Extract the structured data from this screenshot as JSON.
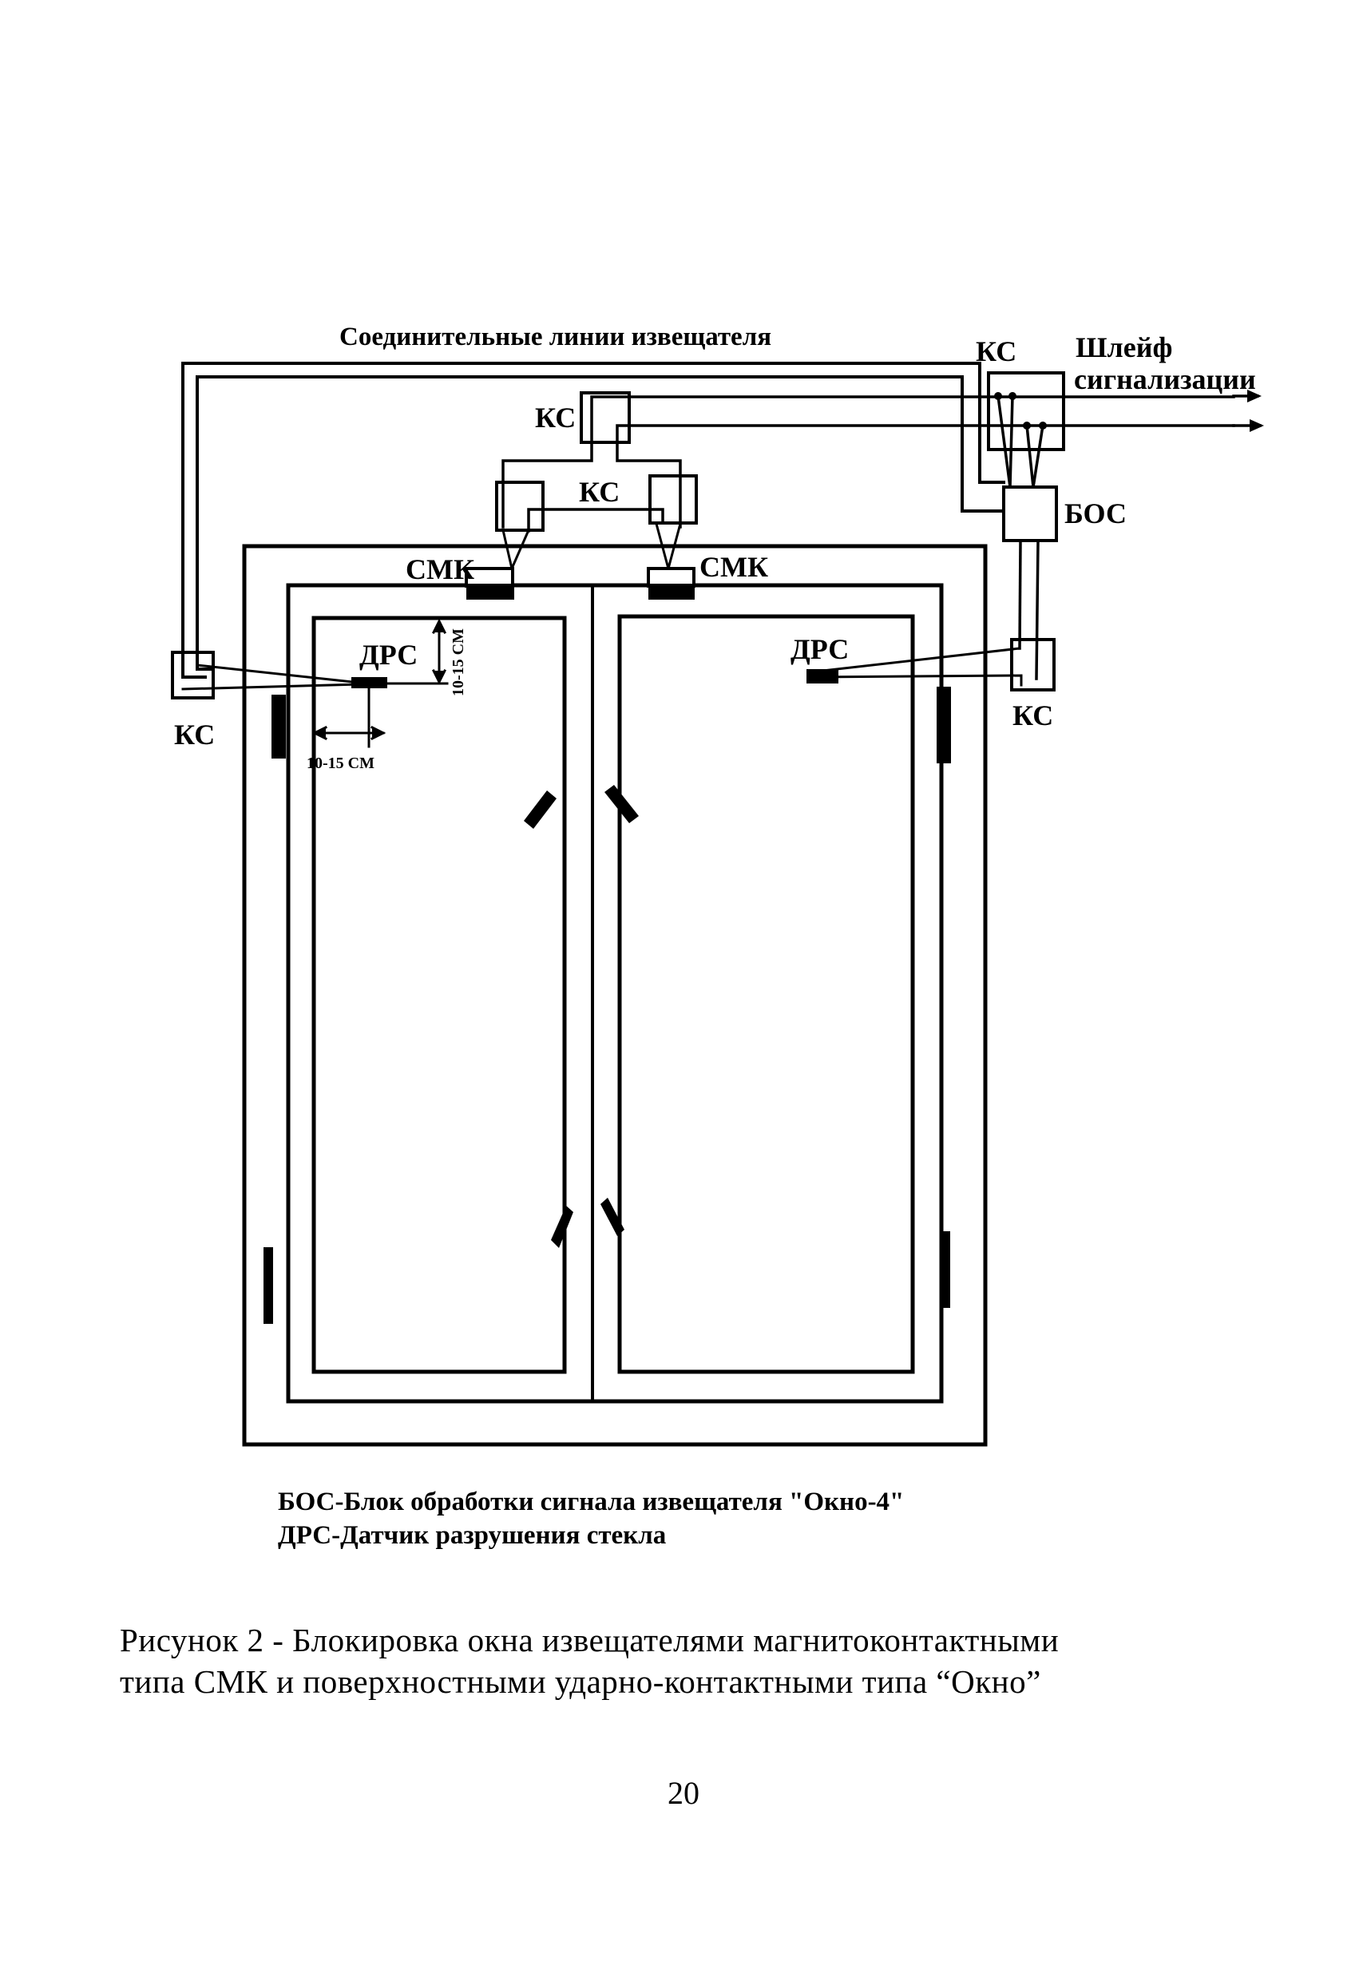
{
  "diagram": {
    "title": "Соединительные линии извещателя",
    "labels": {
      "ks_top": "КС",
      "ks_middle": "КС",
      "ks_right_top": "КС",
      "ks_left": "КС",
      "ks_right": "КС",
      "loop_line1": "Шлейф",
      "loop_line2": "сигнализации",
      "bos": "БОС",
      "smk_left": "СМК",
      "smk_right": "СМК",
      "drs_left": "ДРС",
      "drs_right": "ДРС",
      "dim_vertical": "10-15 СМ",
      "dim_horizontal": "10-15 СМ"
    }
  },
  "legend": [
    "БОС-Блок обработки сигнала извещателя \"Окно-4\"",
    "ДРС-Датчик разрушения стекла"
  ],
  "caption": {
    "line1": "Рисунок 2 - Блокировка окна извещателями магнитоконтактными",
    "line2": "типа СМК и поверхностными ударно-контактными типа “Окно”"
  },
  "page_number": "20"
}
